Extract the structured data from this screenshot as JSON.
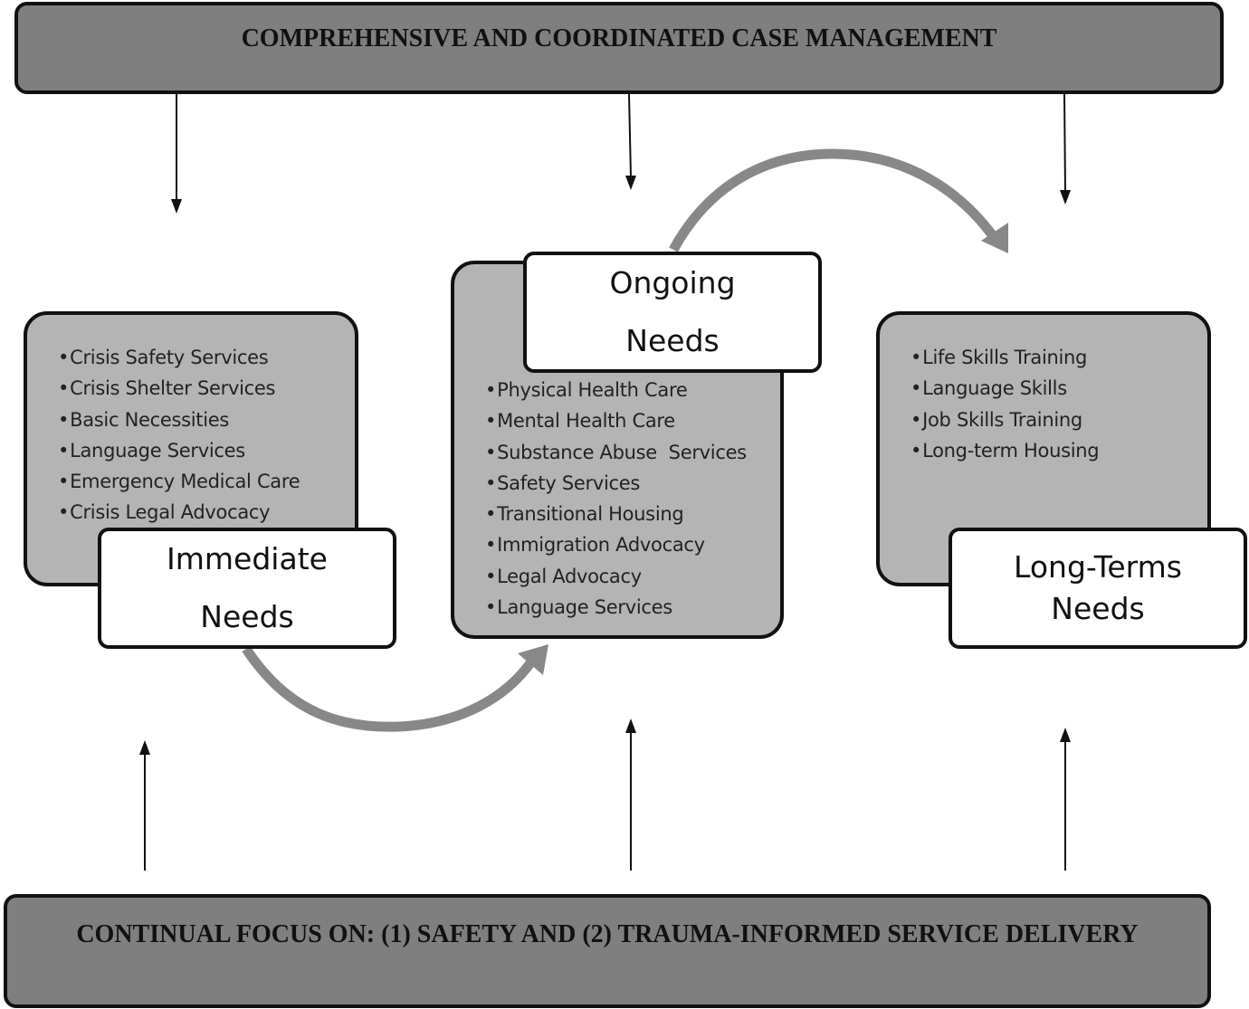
{
  "top_banner": {
    "text": "COMPREHENSIVE AND COORDINATED CASE MANAGEMENT"
  },
  "bottom_banner": {
    "text": "CONTINUAL FOCUS ON: (1) SAFETY AND (2) TRAUMA-INFORMED SERVICE DELIVERY"
  },
  "stages": [
    {
      "title_line1": "Immediate",
      "title_line2": "Needs",
      "items": [
        "Crisis Safety Services",
        "Crisis Shelter Services",
        "Basic Necessities",
        "Language Services",
        "Emergency Medical Care",
        "Crisis Legal Advocacy"
      ]
    },
    {
      "title_line1": "Ongoing",
      "title_line2": "Needs",
      "items": [
        "Physical Health Care",
        "Mental Health Care",
        "Substance Abuse  Services",
        "Safety Services",
        "Transitional Housing",
        "Immigration Advocacy",
        "Legal Advocacy",
        "Language Services"
      ]
    },
    {
      "title_line1": "Long-Terms",
      "title_line2": "Needs",
      "items": [
        "Life Skills Training",
        "Language Skills",
        "Job Skills Training",
        "Long-term Housing"
      ]
    }
  ],
  "colors": {
    "banner_fill": "#7f7f7f",
    "card_fill": "#b4b4b4",
    "label_fill": "#ffffff",
    "flow_arrow": "#888888",
    "outline": "#111111"
  }
}
